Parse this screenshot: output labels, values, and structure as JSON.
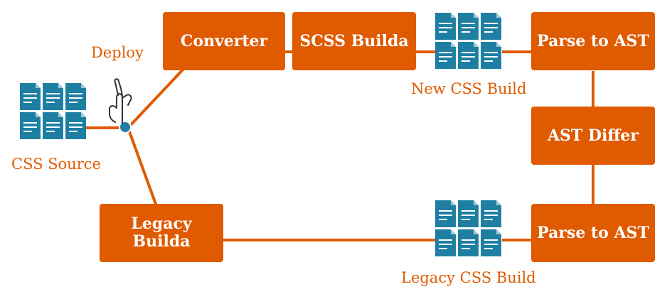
{
  "nodes": {
    "converter": "Converter",
    "scss_builda": "SCSS Builda",
    "parse_top": "Parse to AST",
    "ast_differ": "AST Differ",
    "parse_bottom": "Parse to AST",
    "legacy_builda": "Legacy\nBuilda"
  },
  "labels": {
    "deploy": "Deploy",
    "css_source": "CSS Source",
    "new_css_build": "New CSS Build",
    "legacy_css_build": "Legacy CSS Build"
  },
  "colors": {
    "box": "#e05a00",
    "label": "#e05a00",
    "line": "#e05a00",
    "file": "#1f7fa3",
    "deploy_point": "#1f7fa3"
  },
  "icons": {
    "file_stack": "document-icon",
    "hand": "pointing-hand-icon"
  }
}
